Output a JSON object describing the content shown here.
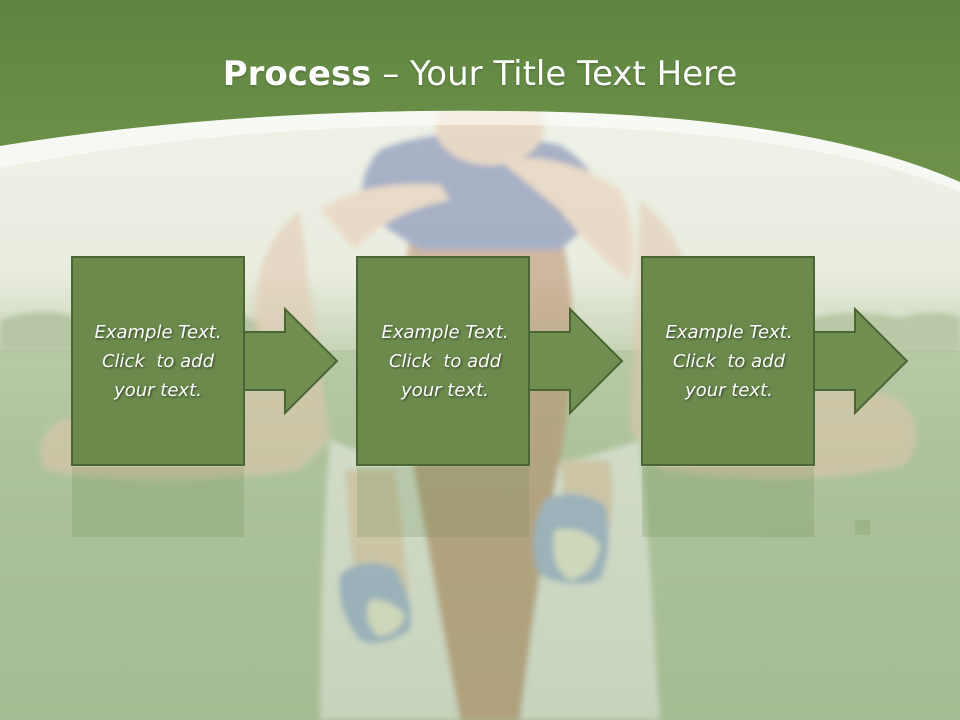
{
  "slide": {
    "title_bold": "Process",
    "title_rest": " – Your Title Text Here",
    "steps": [
      {
        "line1": "Example Text.",
        "line2": "Click  to add",
        "line3": "your text."
      },
      {
        "line1": "Example Text.",
        "line2": "Click  to add",
        "line3": "your text."
      },
      {
        "line1": "Example Text.",
        "line2": "Click  to add",
        "line3": "your text."
      }
    ]
  },
  "colors": {
    "header_green": "#6a8e45",
    "box_fill": "#6b8a4c",
    "box_border": "#4a6634",
    "arrow_fill": "#6f8e50",
    "text": "#ffffff"
  }
}
